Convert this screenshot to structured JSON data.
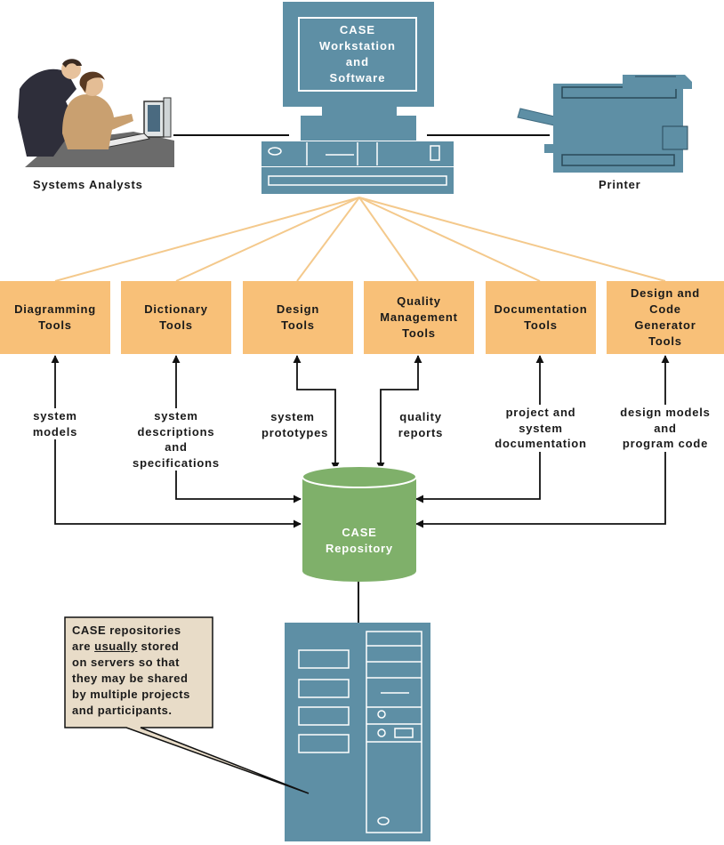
{
  "workstation": {
    "label": "CASE\nWorkstation\nand\nSoftware"
  },
  "analysts": {
    "caption": "Systems Analysts"
  },
  "printer": {
    "caption": "Printer"
  },
  "tools": [
    {
      "label": "Diagramming\nTools"
    },
    {
      "label": "Dictionary\nTools"
    },
    {
      "label": "Design\nTools"
    },
    {
      "label": "Quality\nManagement\nTools"
    },
    {
      "label": "Documentation\nTools"
    },
    {
      "label": "Design and\nCode\nGenerator\nTools"
    }
  ],
  "flows": [
    {
      "label": "system\nmodels"
    },
    {
      "label": "system\ndescriptions\nand\nspecifications"
    },
    {
      "label": "system\nprototypes"
    },
    {
      "label": "quality\nreports"
    },
    {
      "label": "project and\nsystem\ndocumentation"
    },
    {
      "label": "design models\nand\nprogram code"
    }
  ],
  "repository": {
    "line1": "CASE",
    "line2": "Repository"
  },
  "note": {
    "part1": "CASE repositories\nare ",
    "emphasis": "usually",
    "part2": " stored\non servers so that\nthey may be shared\nby multiple projects\nand participants."
  },
  "colors": {
    "steel_blue": "#5e8fa5",
    "tool_orange": "#f8c078",
    "repository_green": "#7fb06a",
    "connector_orange": "#f4c98c",
    "note_beige": "#e8dcc8"
  }
}
